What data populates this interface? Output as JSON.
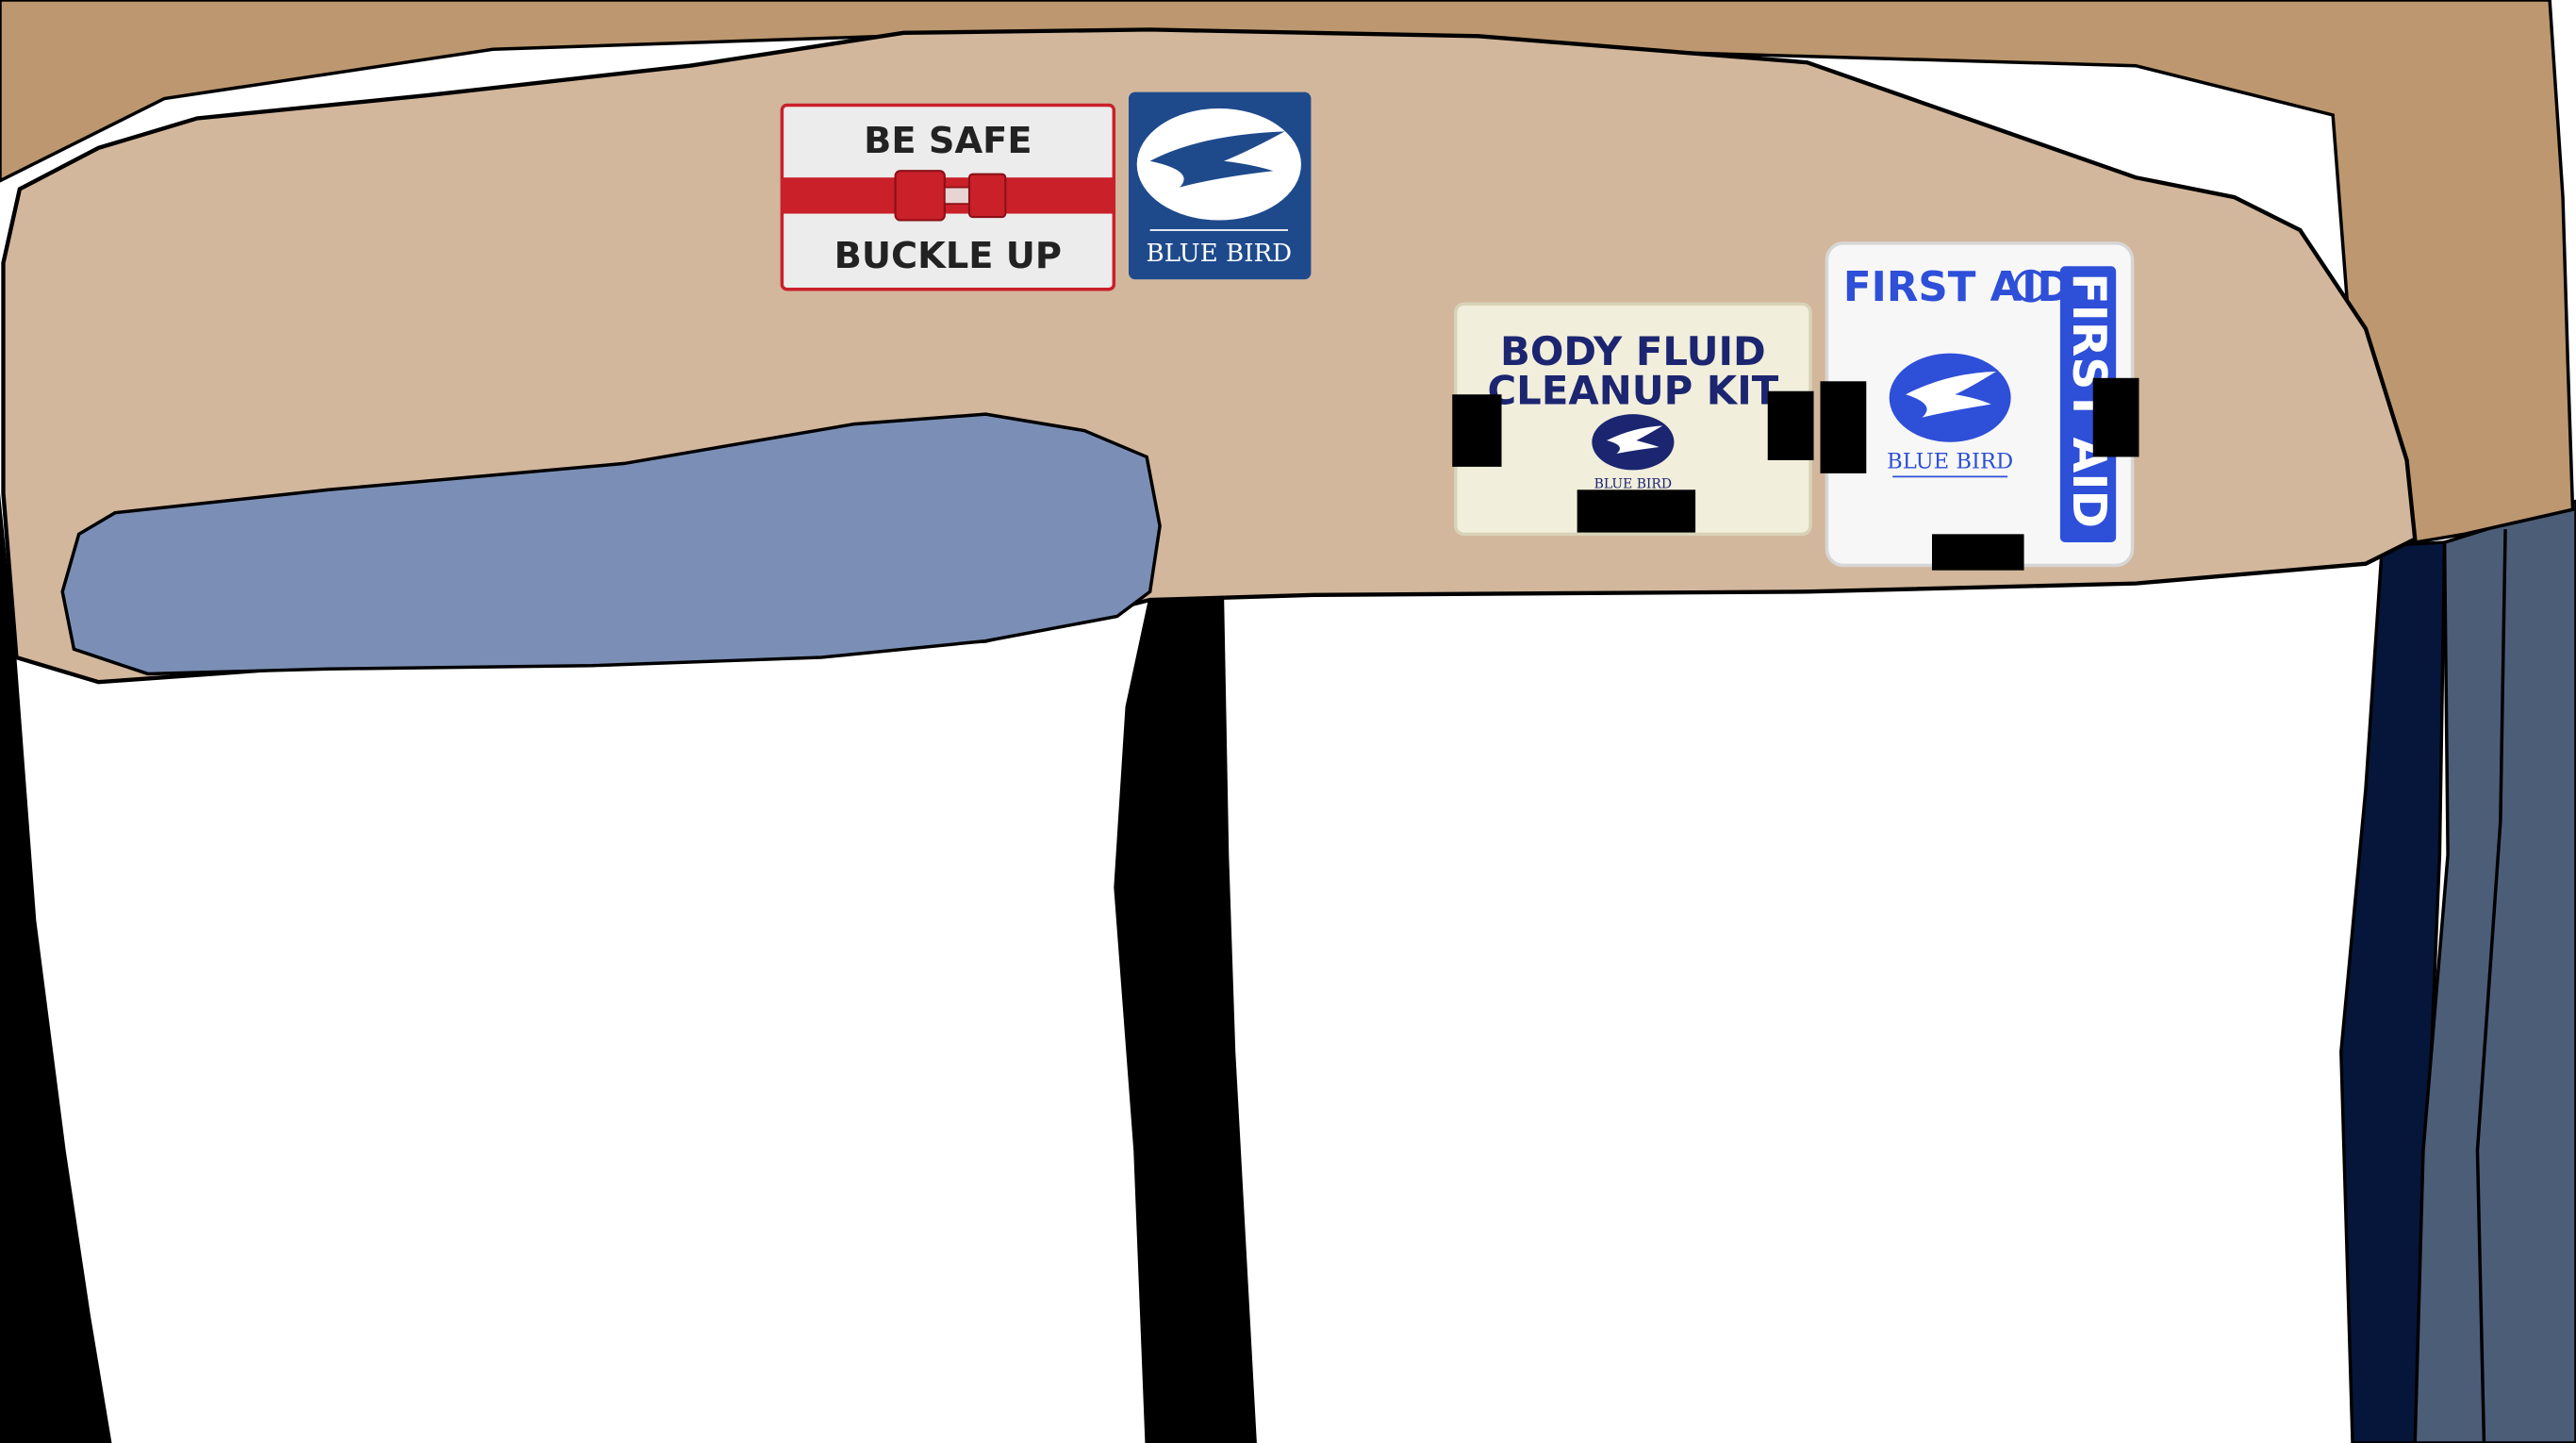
{
  "signs": {
    "seatbelt": {
      "line1": "BE SAFE",
      "line2": "BUCKLE UP"
    },
    "logo_plate": {
      "brand": "BLUE BIRD"
    },
    "body_fluid_kit": {
      "line1": "BODY FLUID",
      "line2": "CLEANUP KIT",
      "brand": "BLUE BIRD"
    },
    "first_aid_kit": {
      "label_top": "FIRST AID",
      "label_side": "FIRST AID",
      "brand": "BLUE BIRD"
    }
  },
  "colors": {
    "panel_light": "#d2b79c",
    "panel_dark": "#bd976f",
    "padding_blue": "#7b8fb6",
    "post_black": "#000000",
    "door_navy": "#06163a",
    "door_slate": "#4c5d78",
    "brand_blue": "#1e4a8c",
    "seatbelt_red": "#c9202a",
    "kit_navy": "#1c2570",
    "first_aid_blue": "#2e4fd8"
  }
}
